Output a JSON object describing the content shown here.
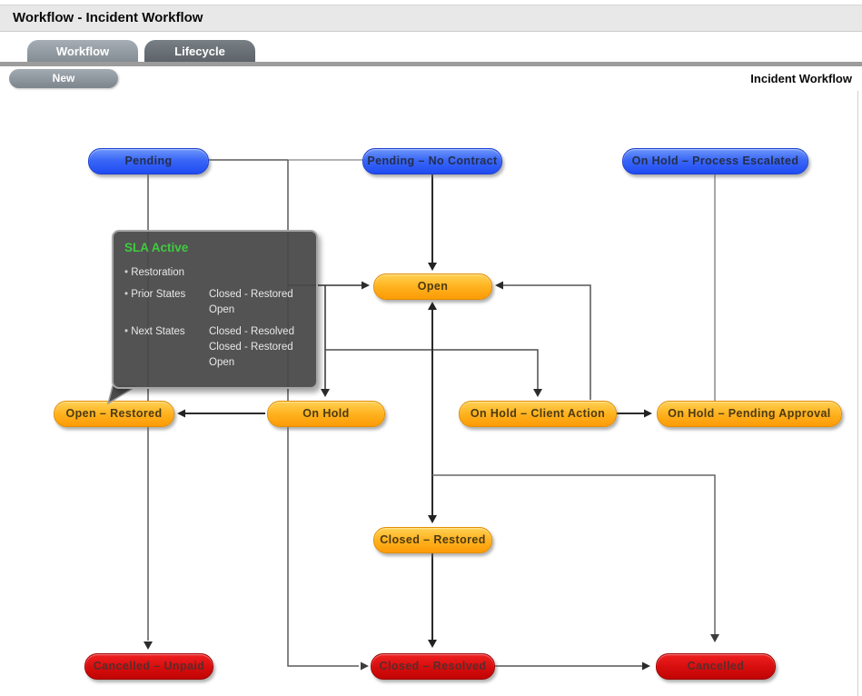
{
  "header": {
    "title": "Workflow - Incident Workflow"
  },
  "tabs": {
    "workflow": "Workflow",
    "lifecycle": "Lifecycle"
  },
  "toolbar": {
    "new_button": "New",
    "page_label": "Incident Workflow"
  },
  "status_colors": {
    "blue": "#2a58f2",
    "orange": "#ffa61c",
    "red": "#d40b0b"
  },
  "nodes": {
    "pending": {
      "label": "Pending",
      "status": "blue"
    },
    "pending_no_contract": {
      "label": "Pending – No Contract",
      "status": "blue"
    },
    "on_hold_process_escalated": {
      "label": "On Hold – Process Escalated",
      "status": "blue"
    },
    "open": {
      "label": "Open",
      "status": "orange"
    },
    "open_restored": {
      "label": "Open – Restored",
      "status": "orange"
    },
    "on_hold": {
      "label": "On Hold",
      "status": "orange"
    },
    "on_hold_client_action": {
      "label": "On Hold – Client Action",
      "status": "orange"
    },
    "on_hold_pending_approval": {
      "label": "On Hold – Pending Approval",
      "status": "orange"
    },
    "closed_restored": {
      "label": "Closed – Restored",
      "status": "orange"
    },
    "cancelled_unpaid": {
      "label": "Cancelled – Unpaid",
      "status": "red"
    },
    "closed_resolved": {
      "label": "Closed – Resolved",
      "status": "red"
    },
    "cancelled": {
      "label": "Cancelled",
      "status": "red"
    }
  },
  "tooltip": {
    "title": "SLA Active",
    "entries": [
      {
        "label": "Restoration",
        "values": []
      },
      {
        "label": "Prior States",
        "values": [
          "Closed - Restored",
          "Open"
        ]
      },
      {
        "label": "Next States",
        "values": [
          "Closed - Resolved",
          "Closed - Restored",
          "Open"
        ]
      }
    ]
  }
}
